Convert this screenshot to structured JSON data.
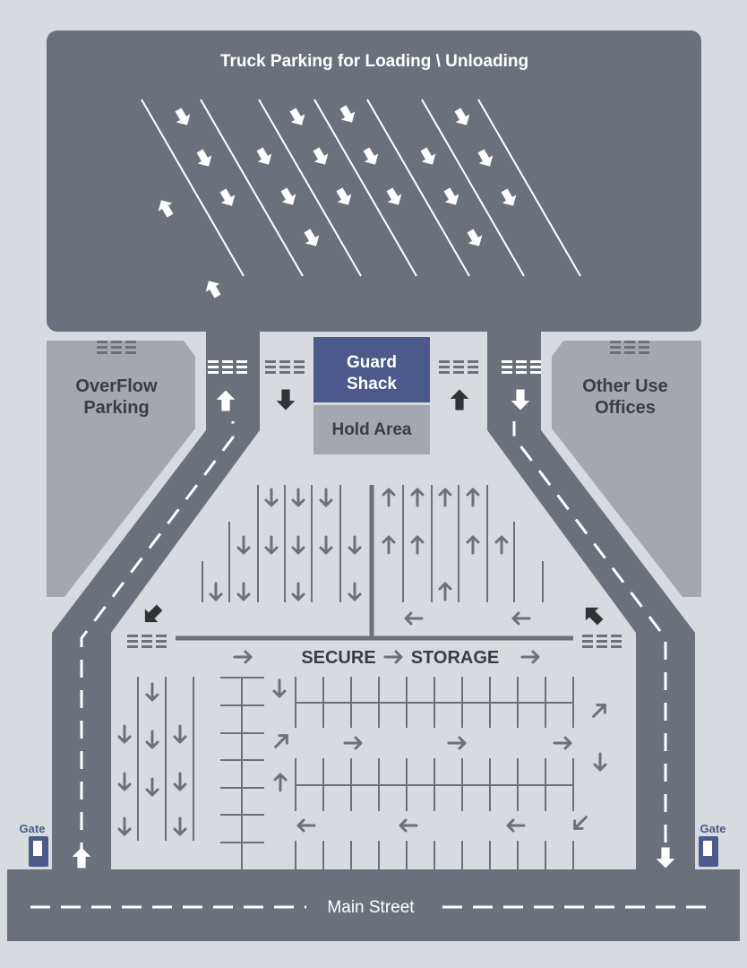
{
  "labels": {
    "truck_parking": "Truck Parking for Loading \\ Unloading",
    "guard_shack_1": "Guard",
    "guard_shack_2": "Shack",
    "hold_area": "Hold Area",
    "overflow_1": "OverFlow",
    "overflow_2": "Parking",
    "other_use_1": "Other Use",
    "other_use_2": "Offices",
    "secure": "SECURE",
    "storage": "STORAGE",
    "main_street": "Main Street",
    "gate_left": "Gate",
    "gate_right": "Gate"
  },
  "colors": {
    "background": "#d7dade",
    "asphalt": "#6b717b",
    "lot_surface": "#d7dade",
    "side_area": "#a4a8ae",
    "guard_shack": "#4b5a8a",
    "hold_area": "#a4a8ae",
    "marking": "#ffffff",
    "lot_marking": "#6b717b",
    "road_arrow_dark": "#2f3236"
  }
}
